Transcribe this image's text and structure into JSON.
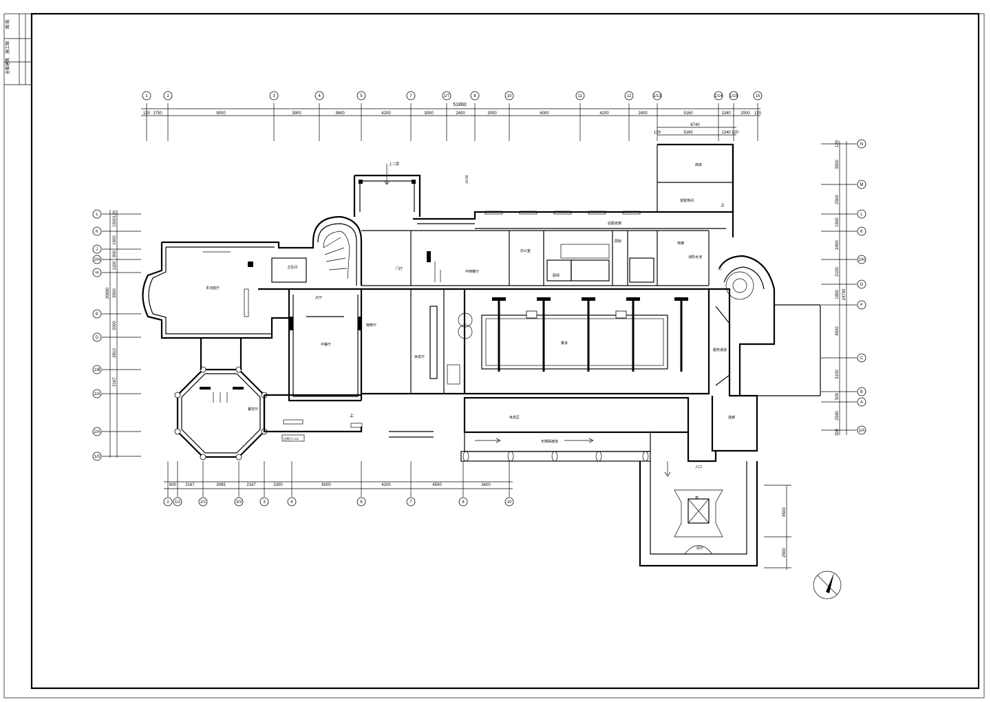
{
  "title_block": {
    "cells": [
      "全套建筑",
      "施工图",
      "图 纸"
    ]
  },
  "dimensions": {
    "overall_top": "51860",
    "overall_right": "24790",
    "top_chain": [
      "120",
      "1750",
      "9000",
      "3900",
      "3600",
      "4200",
      "3000",
      "2400",
      "3000",
      "6000",
      "4200",
      "2400",
      "5160",
      "1340",
      "2000",
      "120"
    ],
    "top_sub": [
      "6740",
      "120",
      "5160",
      "1340",
      "120"
    ],
    "bottom_chain": [
      "600",
      "2167",
      "3065",
      "2167",
      "2300",
      "6000",
      "4200",
      "4500",
      "3400"
    ],
    "left_chain": [
      "120",
      "1500",
      "1500",
      "900",
      "1100",
      "3500",
      "2000",
      "2810",
      "2167"
    ],
    "left_overall": "20690",
    "right_chain": [
      "120",
      "3500",
      "2500",
      "1500",
      "2400",
      "2100",
      "1800",
      "4500",
      "3100",
      "500",
      "2540",
      "300"
    ],
    "entrance_chain": [
      "4500",
      "2500"
    ]
  },
  "axis_labels": {
    "top": [
      "1",
      "2",
      "3",
      "4",
      "5",
      "7",
      "1/7",
      "8",
      "10",
      "11",
      "12",
      "1/13",
      "1/14",
      "1/15",
      "15"
    ],
    "bottom": [
      "2",
      "1/2",
      "2/2",
      "3/3",
      "3",
      "4",
      "6",
      "7",
      "8",
      "10"
    ],
    "left": [
      "L",
      "K",
      "J",
      "2/H",
      "H",
      "E",
      "D",
      "1/B",
      "1/A",
      "2/A",
      "1/0"
    ],
    "right": [
      "N",
      "M",
      "L",
      "K",
      "2/H",
      "G",
      "F",
      "C",
      "B",
      "A",
      "1/A"
    ]
  },
  "rooms": {
    "stair_up": "上二层",
    "elevation_tag": "±0.00",
    "corridor_n": "后勤走廊",
    "storage_ne": "库房",
    "equipment": "变配电间",
    "multi_hall": "多功能厅",
    "dining_small": "卫生间",
    "lobby": "门厅",
    "bar": "中西餐厅",
    "office": "办公室",
    "kitchen": "厨房",
    "chef": "厨师",
    "washroom": "卫生间",
    "hall_left": "大厅",
    "hall_center": "中餐厅",
    "lounge": "咖啡厅",
    "reading": "休息厅",
    "banquet": "宴会",
    "corridor_s": "休息区",
    "link": "连廊",
    "ramp": "无障碍坡道",
    "dining_pav": "餐饮厅",
    "pavilion": "亭",
    "entrance": "入口",
    "vestibule": "前厅",
    "court_note": "服务通道",
    "elevator": "电梯",
    "ups_label": "上",
    "fire": "消防水池"
  },
  "scale_bar": "比例尺1:100"
}
